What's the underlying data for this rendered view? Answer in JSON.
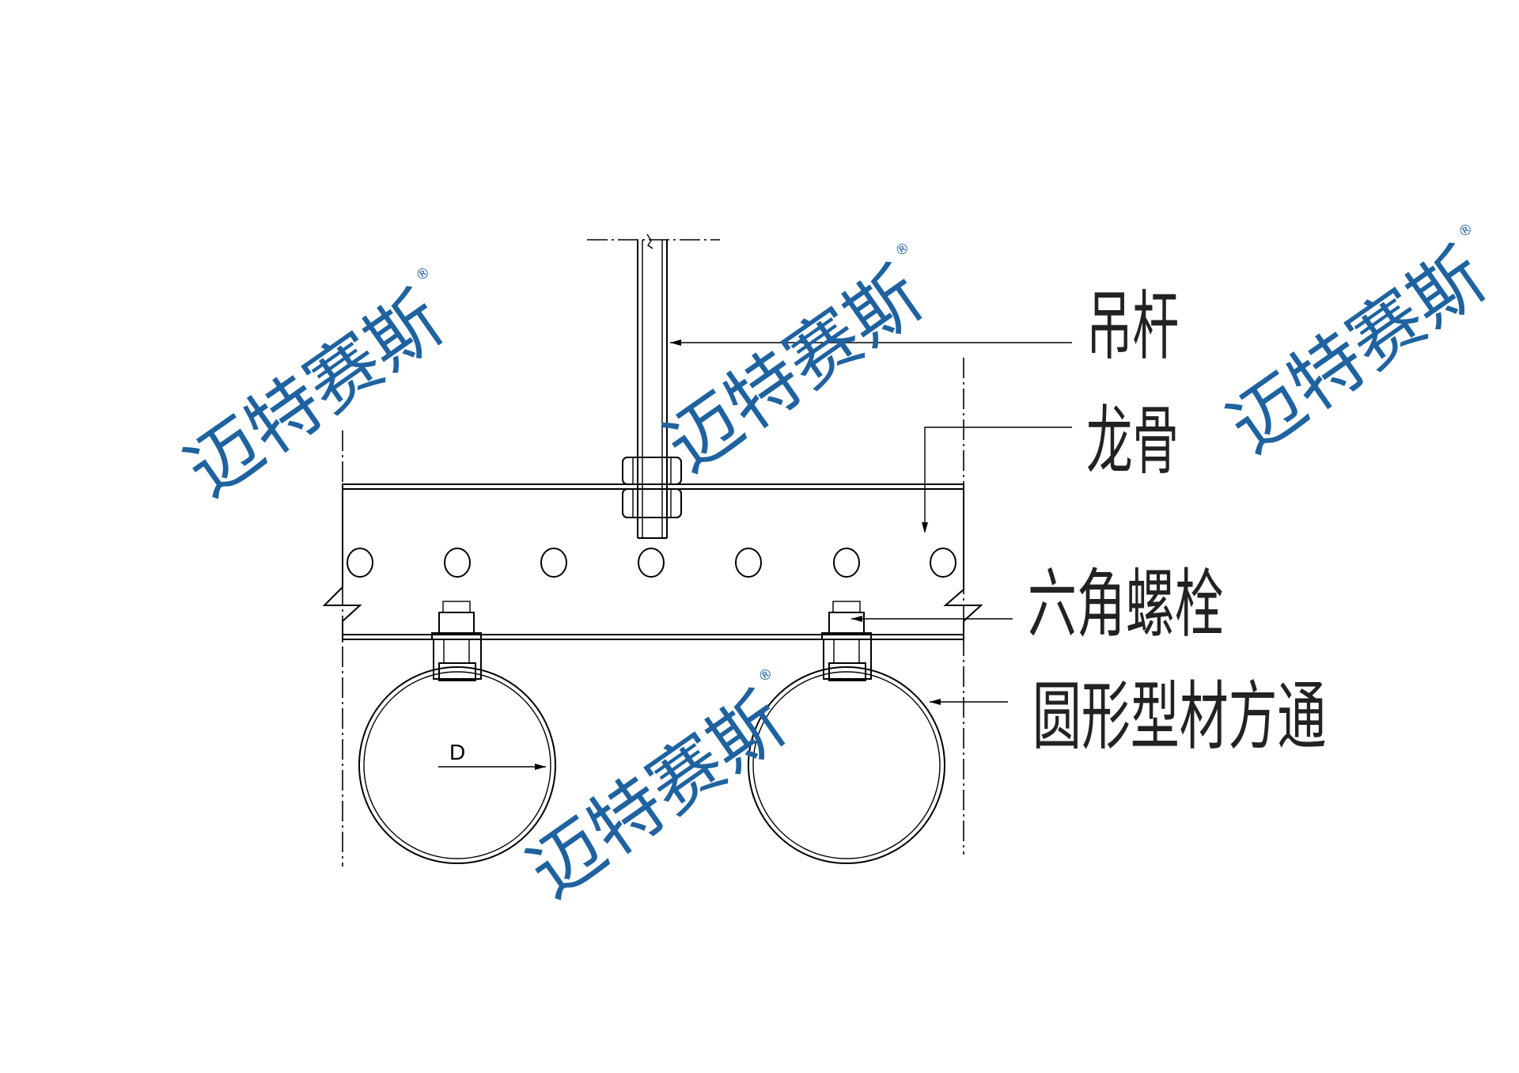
{
  "labels": {
    "hanger_rod": "吊杆",
    "keel": "龙骨",
    "hex_bolt": "六角螺栓",
    "round_profile": "圆形型材方通",
    "dimension": "D"
  },
  "watermark": {
    "text": "迈特赛斯",
    "registered": "®",
    "color": "#1f62a0"
  }
}
